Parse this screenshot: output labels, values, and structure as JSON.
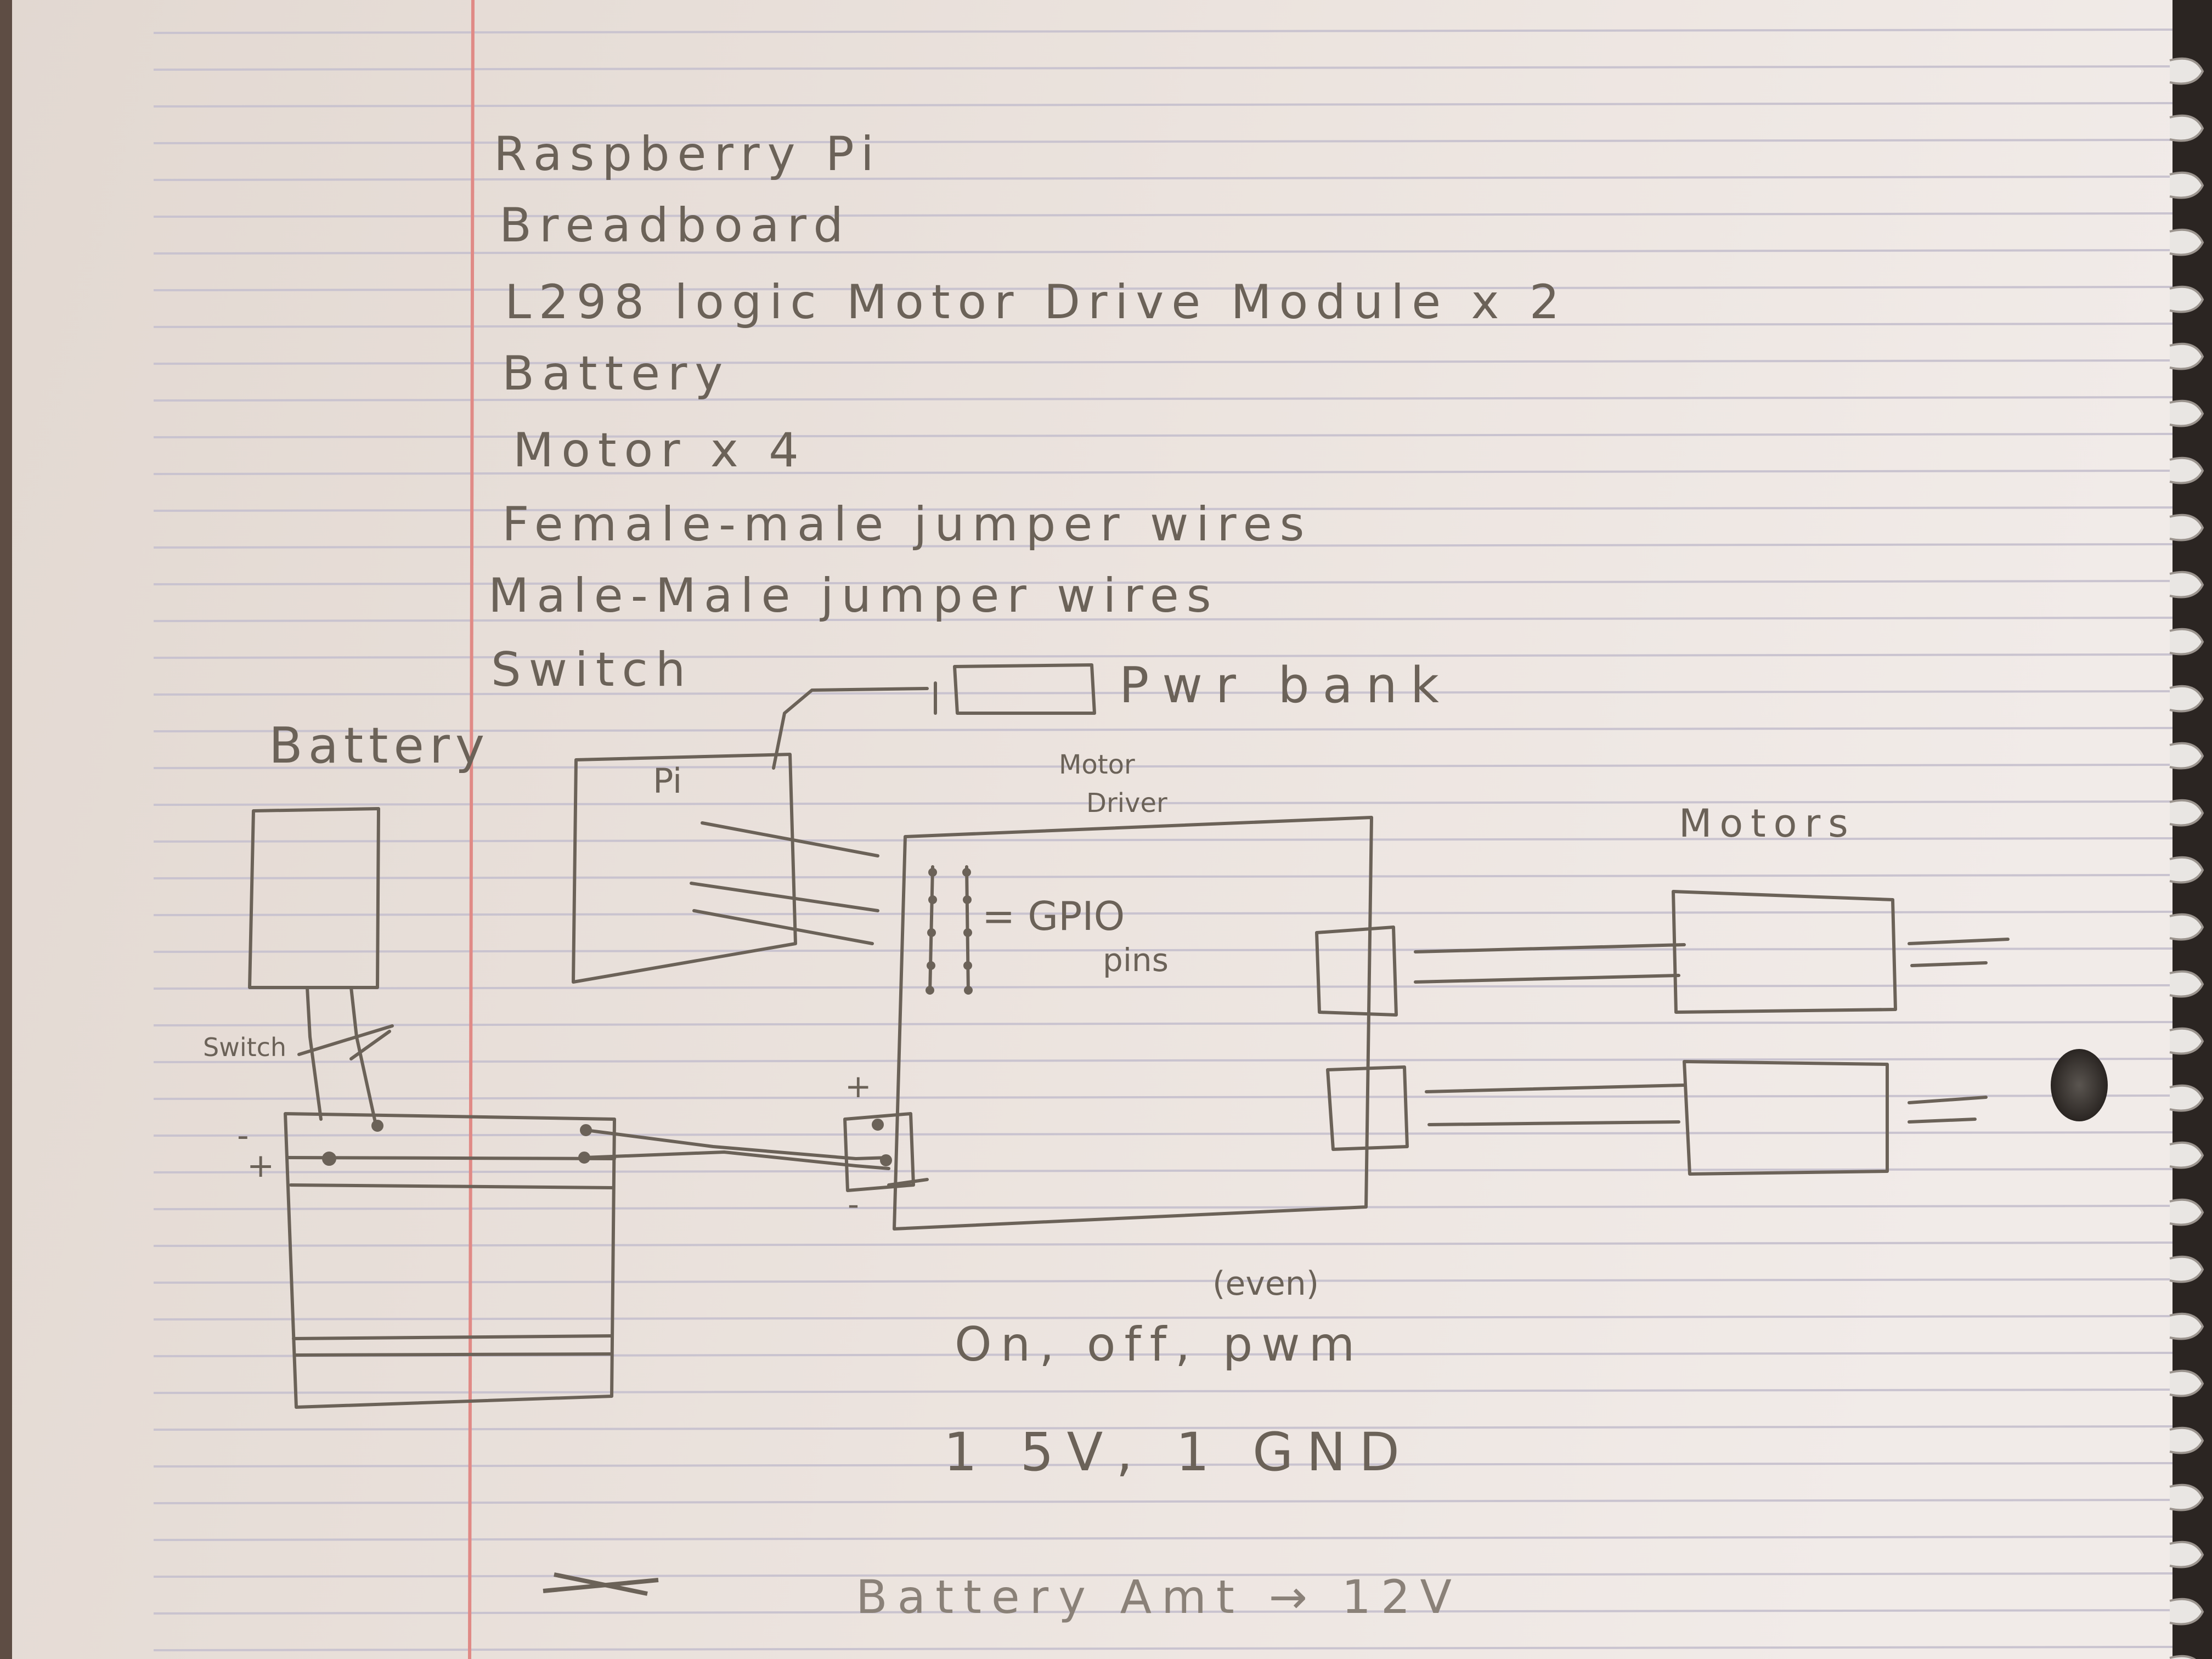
{
  "parts_list": [
    "Raspberry Pi",
    "Breadboard",
    "L298 logic Motor Drive Module x 2",
    "Battery",
    "Motor x 4",
    "Female-male jumper wires",
    "Male-Male jumper wires",
    "Switch"
  ],
  "diagram": {
    "battery_label": "Battery",
    "switch_label": "Switch",
    "pi_label": "Pi",
    "power_bank_label": "Pwr bank",
    "motor_driver_label_line1": "Motor",
    "motor_driver_label_line2": "Driver",
    "gpio_label_line1": "= GPIO",
    "gpio_label_line2": "pins",
    "motors_label": "Motors",
    "plus_sign": "+",
    "minus_sign": "-"
  },
  "notes": {
    "note_even": "(even)",
    "note_signals": "On, off, pwm",
    "note_power": "1 5V, 1 GND",
    "note_battery": "Battery Amt → 12V"
  },
  "colors": {
    "paper": "#e8dfd9",
    "pencil": "#6b6258",
    "margin_line": "#e08a86",
    "ruled_line": "#c9c3cf"
  }
}
